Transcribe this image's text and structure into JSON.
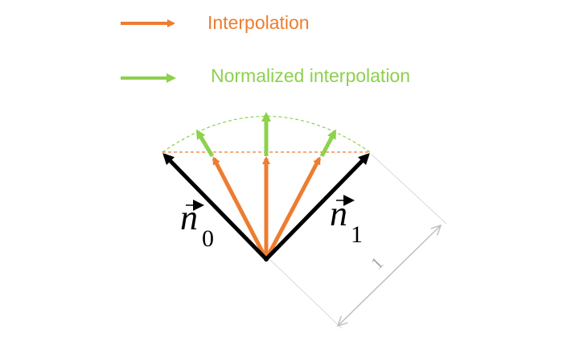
{
  "legend": {
    "interpolation": {
      "label": "Interpolation",
      "icon": "orange-arrow-icon"
    },
    "normalized": {
      "label": "Normalized interpolation",
      "icon": "green-arrow-icon"
    }
  },
  "vectors": {
    "n0": {
      "letter": "n",
      "subscript": "0"
    },
    "n1": {
      "letter": "n",
      "subscript": "1"
    }
  },
  "dimension": {
    "label": "1"
  },
  "colors": {
    "interpolation": "#ed7d31",
    "normalized": "#8dd14d",
    "basis": "#000000",
    "dimension": "#bfbfbf",
    "arc": "#8dd14d",
    "chord": "#ed7d31"
  }
}
